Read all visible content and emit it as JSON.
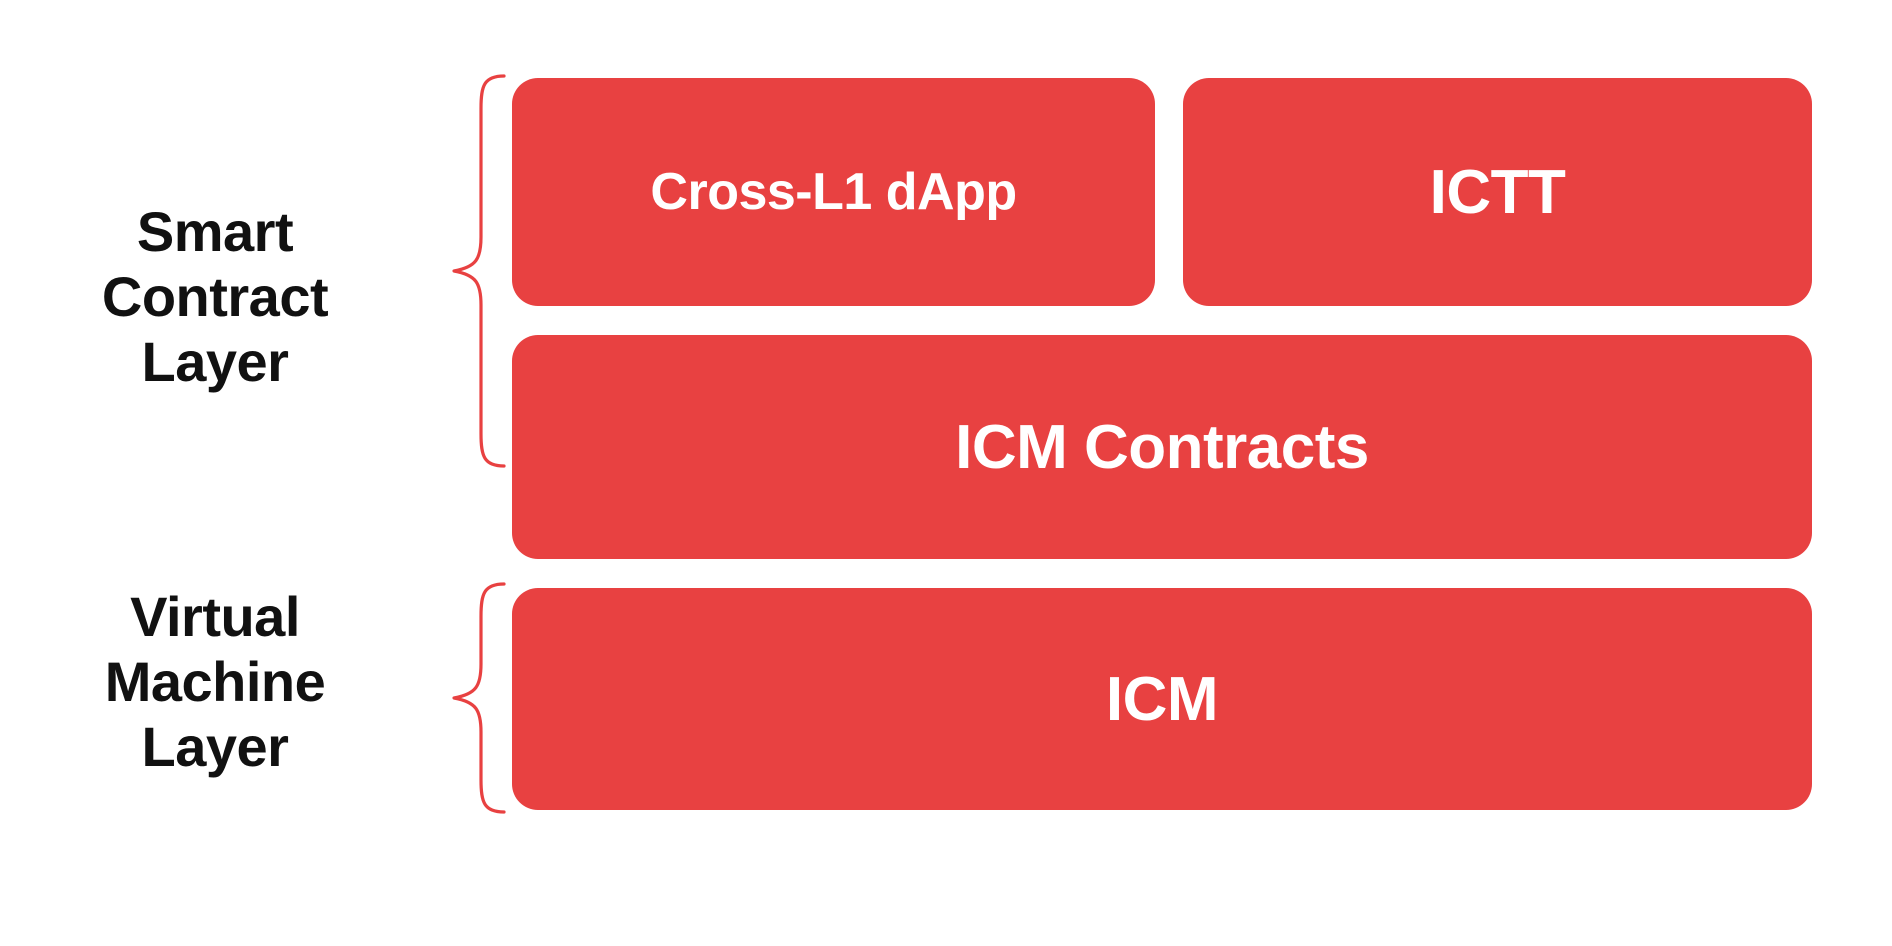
{
  "diagram": {
    "title": "Smart Contract and Virtual Machine Layer Stack",
    "background_color": "#FFFFFF",
    "box_color": "#E84141",
    "box_text_color": "#FFFFFF",
    "label_text_color": "#111111",
    "brace_color": "#E84141"
  },
  "layers": [
    {
      "id": "smart-contract-layer",
      "label": "Smart\nContract\nLayer",
      "brace_icon": "curly-brace-icon"
    },
    {
      "id": "virtual-machine-layer",
      "label": "Virtual\nMachine\nLayer",
      "brace_icon": "curly-brace-icon"
    }
  ],
  "rows": [
    {
      "id": "row-applications",
      "boxes": [
        {
          "id": "cross-l1-dapp",
          "label": "Cross-L1 dApp"
        },
        {
          "id": "ictt",
          "label": "ICTT"
        }
      ]
    },
    {
      "id": "row-icm-contracts",
      "boxes": [
        {
          "id": "icm-contracts",
          "label": "ICM Contracts"
        }
      ]
    },
    {
      "id": "row-icm",
      "boxes": [
        {
          "id": "icm",
          "label": "ICM"
        }
      ]
    }
  ]
}
